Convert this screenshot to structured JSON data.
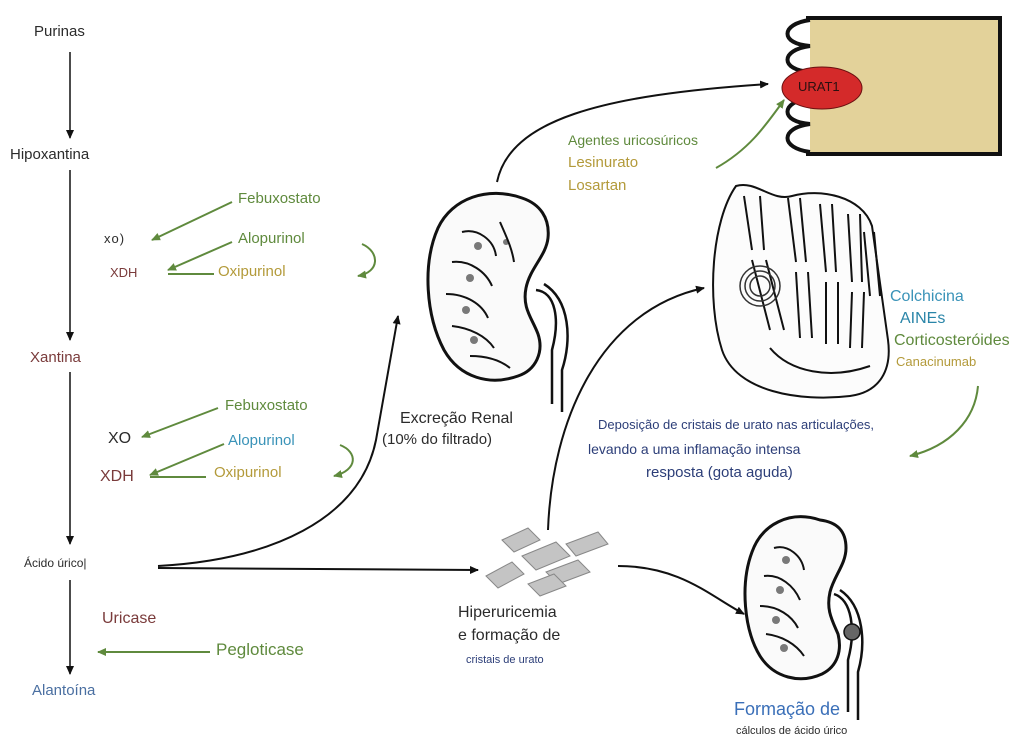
{
  "pathway": {
    "purinas": "Purinas",
    "hipoxantina": "Hipoxantina",
    "xantina": "Xantina",
    "acido_urico": "Ácido úrico|",
    "alantoina": "Alantoína"
  },
  "step1": {
    "febuxostato": "Febuxostato",
    "xo": "xo)",
    "alopurinol": "Alopurinol",
    "xdh": "XDH",
    "oxipurinol": "Oxipurinol"
  },
  "step2": {
    "febuxostato": "Febuxostato",
    "xo": "XO",
    "alopurinol": "Alopurinol",
    "xdh": "XDH",
    "oxipurinol": "Oxipurinol"
  },
  "uricase": {
    "label": "Uricase",
    "drug": "Pegloticase"
  },
  "renal": {
    "line1": "Excreção Renal",
    "line2": "(10% do filtrado)"
  },
  "urat1": {
    "label": "URAT1",
    "agents_title": "Agentes uricosúricos",
    "drug1": "Lesinurato",
    "drug2": "Losartan"
  },
  "hyper": {
    "line1": "Hiperuricemia",
    "line2": "e formação de",
    "line3": "cristais de urato"
  },
  "gout": {
    "line1": "Deposição de cristais de urato nas articulações,",
    "line2": "levando a uma inflamação intensa",
    "line3": "resposta (gota aguda)"
  },
  "gout_drugs": {
    "d1": "Colchicina",
    "d2": "AINEs",
    "d3": "Corticosteróides",
    "d4": "Canacinumab"
  },
  "stones": {
    "line1": "Formação de",
    "line2": "cálculos de ácido úrico"
  },
  "colors": {
    "green_arrow": "#5f8a3d",
    "black_arrow": "#111111",
    "urat1_fill": "#d42a2a",
    "cell_fill": "#e3d29a"
  }
}
